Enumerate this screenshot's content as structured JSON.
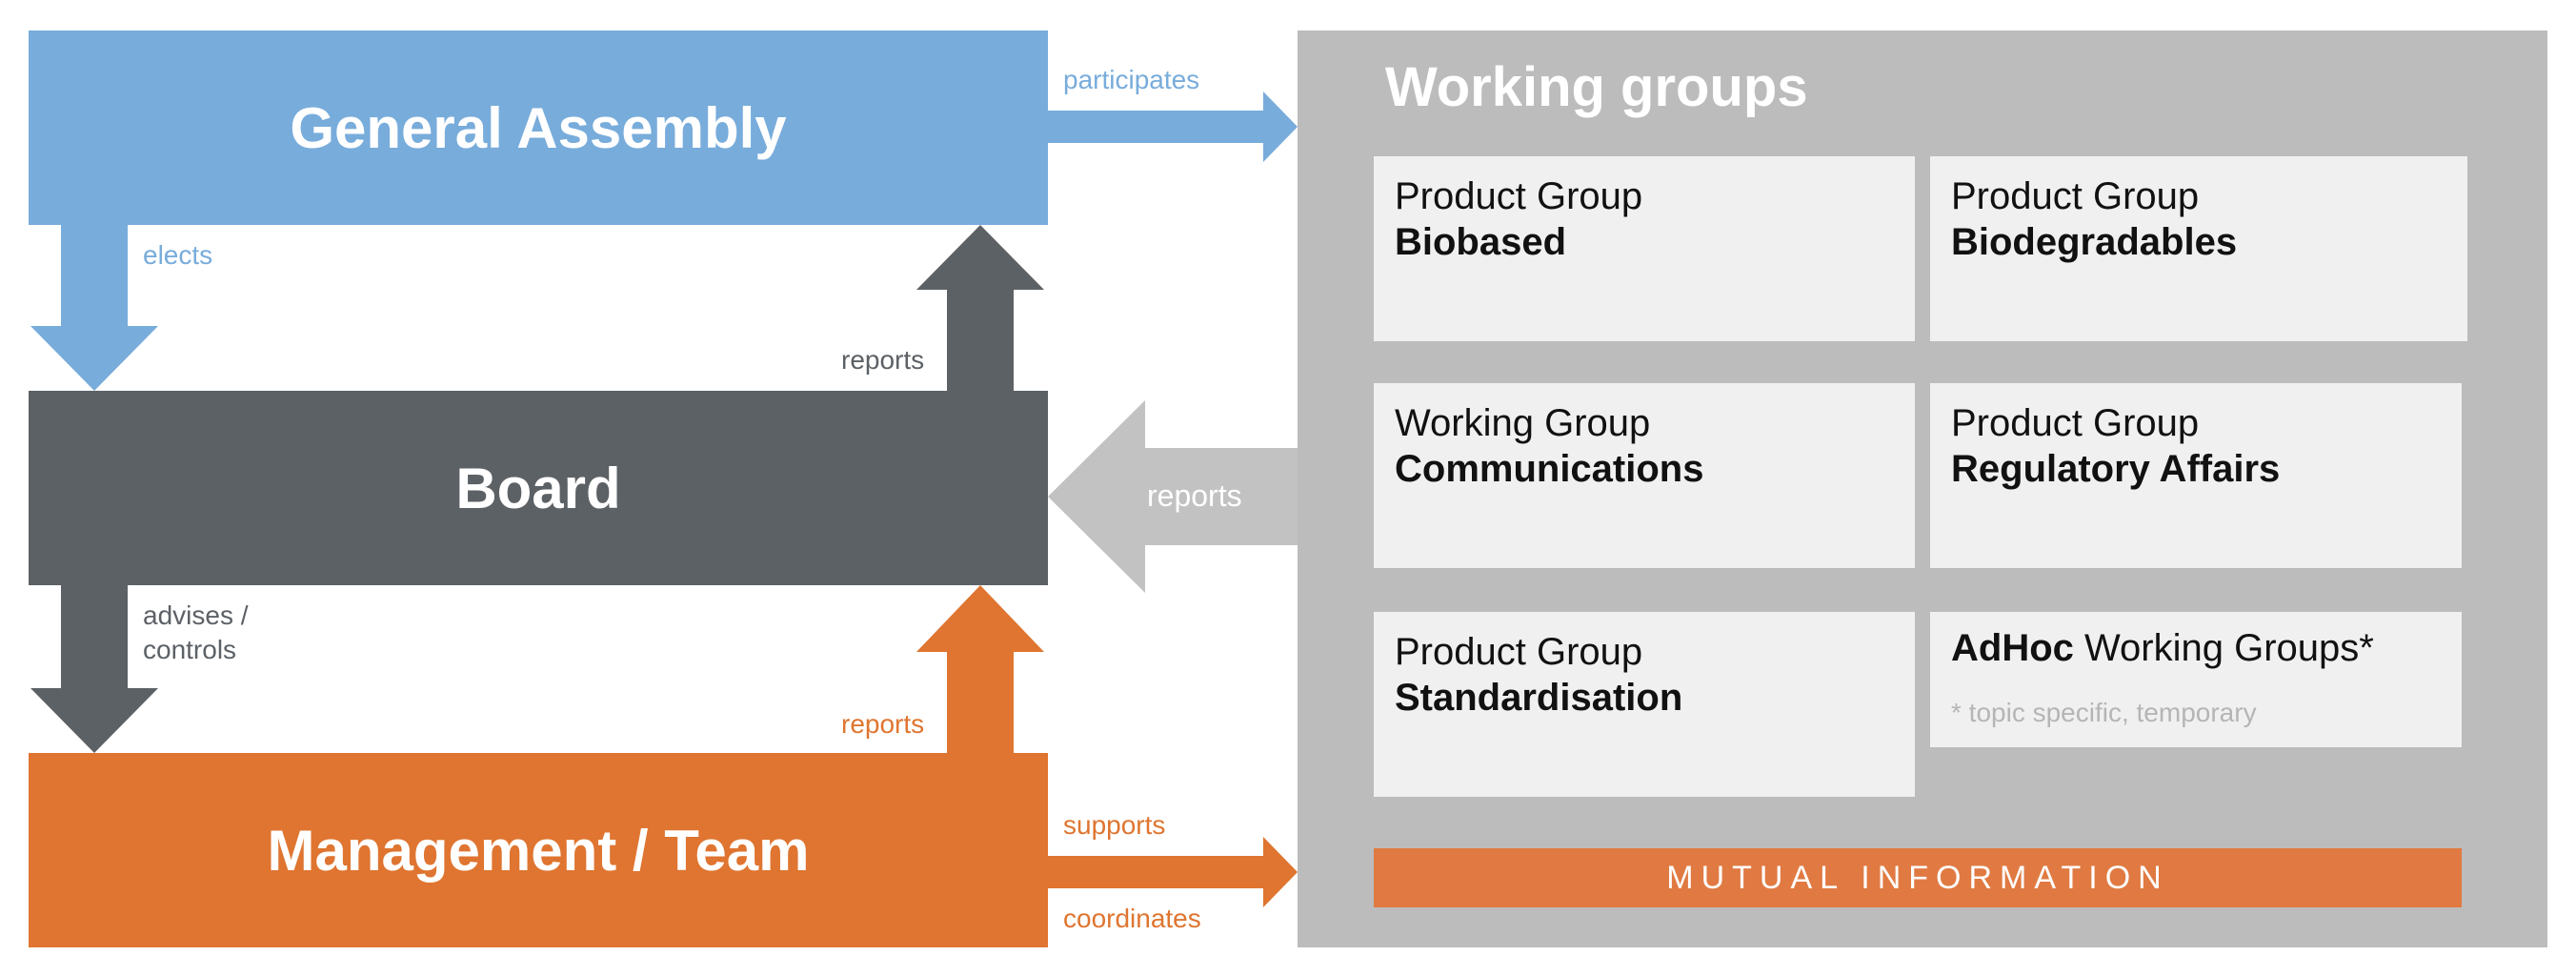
{
  "colors": {
    "assembly_blue": "#78acdb",
    "board_gray": "#5c6166",
    "team_orange": "#df7530",
    "panel_gray": "#bcbcbc",
    "card_bg": "#f0f0f0",
    "mutual_bar": "#e07a42",
    "reports_arrow_gray": "#c2c2c2"
  },
  "left": {
    "general_assembly": "General Assembly",
    "board": "Board",
    "management_team": "Management / Team"
  },
  "labels": {
    "participates": "participates",
    "elects": "elects",
    "reports_board_to_assembly": "reports",
    "reports_groups_to_board": "reports",
    "advises_line1": "advises /",
    "advises_line2": "controls",
    "reports_team_to_board": "reports",
    "supports": "supports",
    "coordinates": "coordinates"
  },
  "working_groups": {
    "title": "Working groups",
    "cards": [
      {
        "line1": "Product Group",
        "line2": "Biobased"
      },
      {
        "line1": "Product Group",
        "line2": "Biodegradables"
      },
      {
        "line1": "Working Group",
        "line2": "Communications"
      },
      {
        "line1": "Product Group",
        "line2": "Regulatory Affairs"
      },
      {
        "line1": "Product Group",
        "line2": "Standardisation"
      }
    ],
    "adhoc": {
      "bold": "AdHoc",
      "rest": " Working Groups*",
      "note": "* topic specific, temporary"
    },
    "mutual_information": "MUTUAL INFORMATION"
  }
}
